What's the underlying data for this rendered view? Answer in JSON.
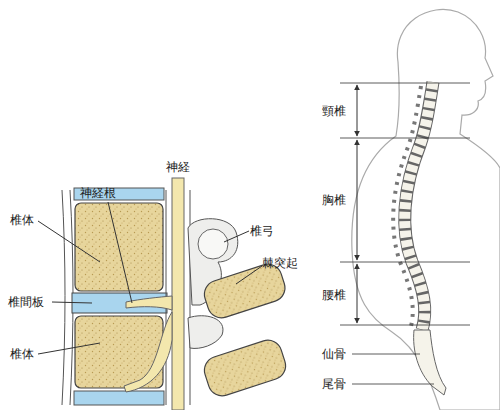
{
  "diagram": {
    "labels": [
      "神経",
      "神経根",
      "椎体",
      "椎弓",
      "棘突起",
      "椎間板",
      "椎体",
      "頸椎",
      "胸椎",
      "腰椎",
      "仙骨",
      "尾骨"
    ]
  }
}
